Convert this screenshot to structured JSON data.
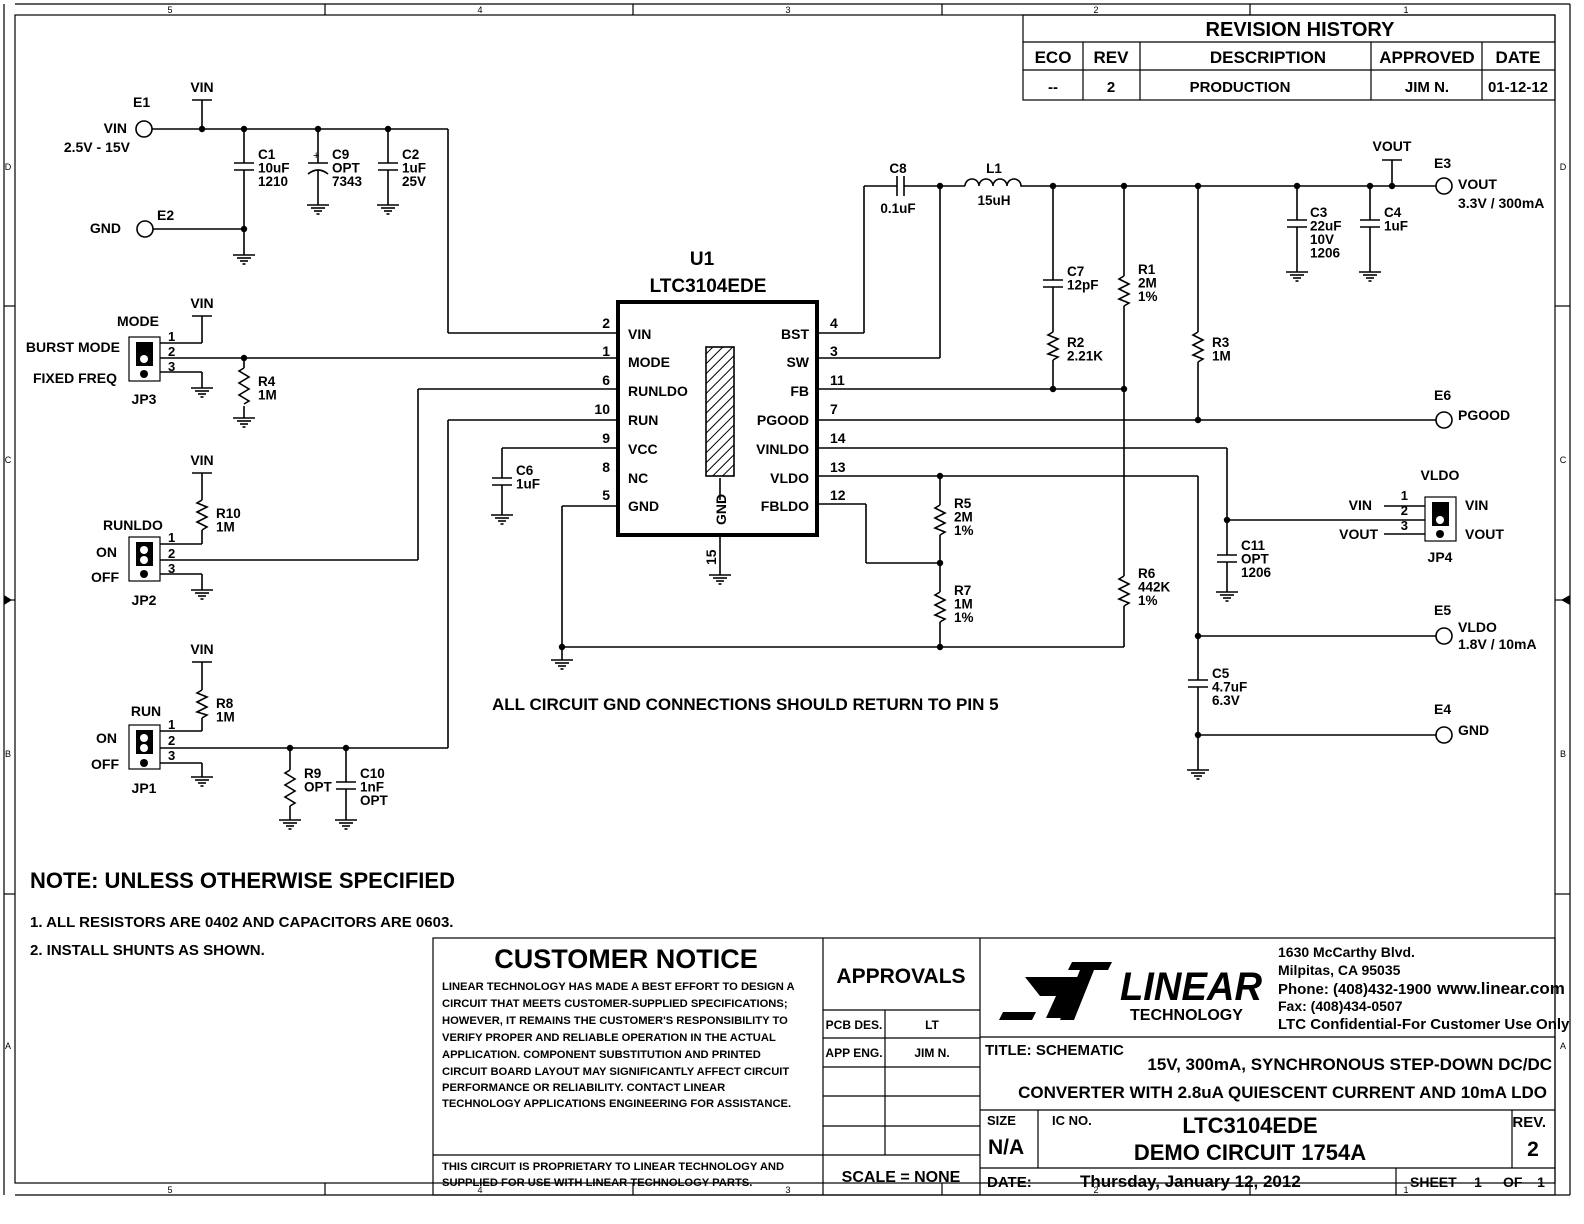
{
  "zones": {
    "cols": [
      "5",
      "4",
      "3",
      "2",
      "1"
    ],
    "rows": [
      "D",
      "C",
      "B",
      "A"
    ]
  },
  "revision_history": {
    "title": "REVISION HISTORY",
    "headers": [
      "ECO",
      "REV",
      "DESCRIPTION",
      "APPROVED",
      "DATE"
    ],
    "row": [
      "--",
      "2",
      "PRODUCTION",
      "JIM N.",
      "01-12-12"
    ]
  },
  "ic": {
    "ref": "U1",
    "part": "LTC3104EDE",
    "left_pins": [
      {
        "num": "2",
        "name": "VIN"
      },
      {
        "num": "1",
        "name": "MODE"
      },
      {
        "num": "6",
        "name": "RUNLDO"
      },
      {
        "num": "10",
        "name": "RUN"
      },
      {
        "num": "9",
        "name": "VCC"
      },
      {
        "num": "8",
        "name": "NC"
      },
      {
        "num": "5",
        "name": "GND"
      }
    ],
    "right_pins": [
      {
        "num": "4",
        "name": "BST"
      },
      {
        "num": "3",
        "name": "SW"
      },
      {
        "num": "11",
        "name": "FB"
      },
      {
        "num": "7",
        "name": "PGOOD"
      },
      {
        "num": "14",
        "name": "VINLDO"
      },
      {
        "num": "13",
        "name": "VLDO"
      },
      {
        "num": "12",
        "name": "FBLDO"
      }
    ],
    "gnd_pin": {
      "num": "15",
      "name": "GND"
    }
  },
  "terminals": {
    "e1": {
      "ref": "E1",
      "name": "VIN",
      "value": "2.5V - 15V"
    },
    "e2": {
      "ref": "E2",
      "name": "GND"
    },
    "e3": {
      "ref": "E3",
      "name": "VOUT",
      "value": "3.3V / 300mA"
    },
    "e4": {
      "ref": "E4",
      "name": "GND"
    },
    "e5": {
      "ref": "E5",
      "name": "VLDO",
      "value": "1.8V / 10mA"
    },
    "e6": {
      "ref": "E6",
      "name": "PGOOD"
    }
  },
  "components": {
    "c1": [
      "C1",
      "10uF",
      "1210"
    ],
    "c9": [
      "C9",
      "OPT",
      "7343"
    ],
    "c2": [
      "C2",
      "1uF",
      "25V"
    ],
    "c8": [
      "C8",
      "0.1uF"
    ],
    "l1": [
      "L1",
      "15uH"
    ],
    "c3": [
      "C3",
      "22uF",
      "10V",
      "1206"
    ],
    "c4": [
      "C4",
      "1uF"
    ],
    "c7": [
      "C7",
      "12pF"
    ],
    "r1": [
      "R1",
      "2M",
      "1%"
    ],
    "r2": [
      "R2",
      "2.21K"
    ],
    "r3": [
      "R3",
      "1M"
    ],
    "r4": [
      "R4",
      "1M"
    ],
    "c6": [
      "C6",
      "1uF"
    ],
    "r5": [
      "R5",
      "2M",
      "1%"
    ],
    "r7": [
      "R7",
      "1M",
      "1%"
    ],
    "r6": [
      "R6",
      "442K",
      "1%"
    ],
    "c11": [
      "C11",
      "OPT",
      "1206"
    ],
    "c5": [
      "C5",
      "4.7uF",
      "6.3V"
    ],
    "r10": [
      "R10",
      "1M"
    ],
    "r8": [
      "R8",
      "1M"
    ],
    "r9": [
      "R9",
      "OPT"
    ],
    "c10": [
      "C10",
      "1nF",
      "OPT"
    ]
  },
  "net_labels": {
    "vin": "VIN",
    "vout": "VOUT",
    "vldo": "VLDO"
  },
  "jumpers": {
    "jp3": {
      "ref": "JP3",
      "title": "MODE",
      "opt1": "BURST MODE",
      "opt2": "FIXED FREQ"
    },
    "jp2": {
      "ref": "JP2",
      "title": "RUNLDO",
      "opt1": "ON",
      "opt2": "OFF"
    },
    "jp1": {
      "ref": "JP1",
      "title": "RUN",
      "opt1": "ON",
      "opt2": "OFF"
    },
    "jp4": {
      "ref": "JP4",
      "title": "VLDO",
      "opt1": "VIN",
      "opt2": "VOUT"
    },
    "pins": [
      "1",
      "2",
      "3"
    ]
  },
  "gnd_note": "ALL CIRCUIT GND CONNECTIONS SHOULD RETURN TO PIN 5",
  "notes": {
    "title": "NOTE: UNLESS OTHERWISE SPECIFIED",
    "items": [
      "1.  ALL RESISTORS ARE 0402 AND CAPACITORS ARE 0603.",
      "2.  INSTALL SHUNTS AS SHOWN."
    ]
  },
  "customer_notice": {
    "title": "CUSTOMER NOTICE",
    "lines": [
      "LINEAR TECHNOLOGY HAS MADE A BEST EFFORT TO DESIGN A",
      "CIRCUIT THAT MEETS CUSTOMER-SUPPLIED SPECIFICATIONS;",
      "HOWEVER, IT REMAINS THE CUSTOMER'S RESPONSIBILITY TO",
      "VERIFY PROPER AND RELIABLE OPERATION IN THE ACTUAL",
      "APPLICATION.  COMPONENT SUBSTITUTION AND PRINTED",
      "CIRCUIT BOARD LAYOUT MAY SIGNIFICANTLY AFFECT CIRCUIT",
      "PERFORMANCE OR RELIABILITY.  CONTACT LINEAR",
      "TECHNOLOGY APPLICATIONS ENGINEERING FOR ASSISTANCE."
    ],
    "proprietary": [
      "THIS CIRCUIT IS PROPRIETARY TO LINEAR TECHNOLOGY AND",
      "SUPPLIED FOR USE WITH LINEAR TECHNOLOGY PARTS."
    ]
  },
  "approvals": {
    "title": "APPROVALS",
    "rows": [
      [
        "PCB DES.",
        "LT"
      ],
      [
        "APP ENG.",
        "JIM N."
      ]
    ],
    "scale": "SCALE = NONE"
  },
  "company": {
    "logo_text": "LINEAR",
    "logo_sub": "TECHNOLOGY",
    "address": [
      "1630 McCarthy Blvd.",
      "Milpitas, CA 95035"
    ],
    "phone": "Phone: (408)432-1900",
    "web": "www.linear.com",
    "fax": "Fax: (408)434-0507",
    "confidential": "LTC Confidential-For Customer Use Only"
  },
  "title_block": {
    "title_label": "TITLE: SCHEMATIC",
    "title1": "15V, 300mA, SYNCHRONOUS STEP-DOWN DC/DC",
    "title2": "CONVERTER WITH 2.8uA QUIESCENT CURRENT AND 10mA LDO",
    "size_label": "SIZE",
    "size": "N/A",
    "icno_label": "IC NO.",
    "ic": "LTC3104EDE",
    "demo": "DEMO CIRCUIT 1754A",
    "rev_label": "REV.",
    "rev": "2",
    "date_label": "DATE:",
    "date": "Thursday, January 12, 2012",
    "sheet_label": "SHEET",
    "sheet": "1",
    "of_label": "OF",
    "of": "1"
  }
}
